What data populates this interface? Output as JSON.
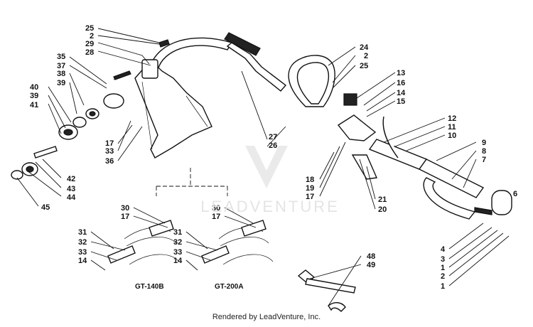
{
  "watermark": "LEADVENTURE",
  "credit": "Rendered by LeadVenture, Inc.",
  "models": {
    "left": "GT-140B",
    "right": "GT-200A"
  },
  "callouts": {
    "c25a": "25",
    "c2a": "2",
    "c29": "29",
    "c28": "28",
    "c35": "35",
    "c37": "37",
    "c38": "38",
    "c39a": "39",
    "c40": "40",
    "c39b": "39",
    "c41": "41",
    "c17a": "17",
    "c33a": "33",
    "c36": "36",
    "c42": "42",
    "c43": "43",
    "c44": "44",
    "c45": "45",
    "c24": "24",
    "c2b": "2",
    "c25b": "25",
    "c27": "27",
    "c26": "26",
    "c13": "13",
    "c16": "16",
    "c14a": "14",
    "c15": "15",
    "c12": "12",
    "c11": "11",
    "c10": "10",
    "c9": "9",
    "c8": "8",
    "c7": "7",
    "c6": "6",
    "c18": "18",
    "c19": "19",
    "c17b": "17",
    "c21": "21",
    "c20": "20",
    "c4": "4",
    "c3": "3",
    "c1a": "1",
    "c2c": "2",
    "c1b": "1",
    "c30a": "30",
    "c17c": "17",
    "c31a": "31",
    "c32a": "32",
    "c33b": "33",
    "c14b": "14",
    "c30b": "30",
    "c17d": "17",
    "c31b": "31",
    "c32b": "32",
    "c33c": "33",
    "c14c": "14",
    "c48": "48",
    "c49": "49"
  }
}
